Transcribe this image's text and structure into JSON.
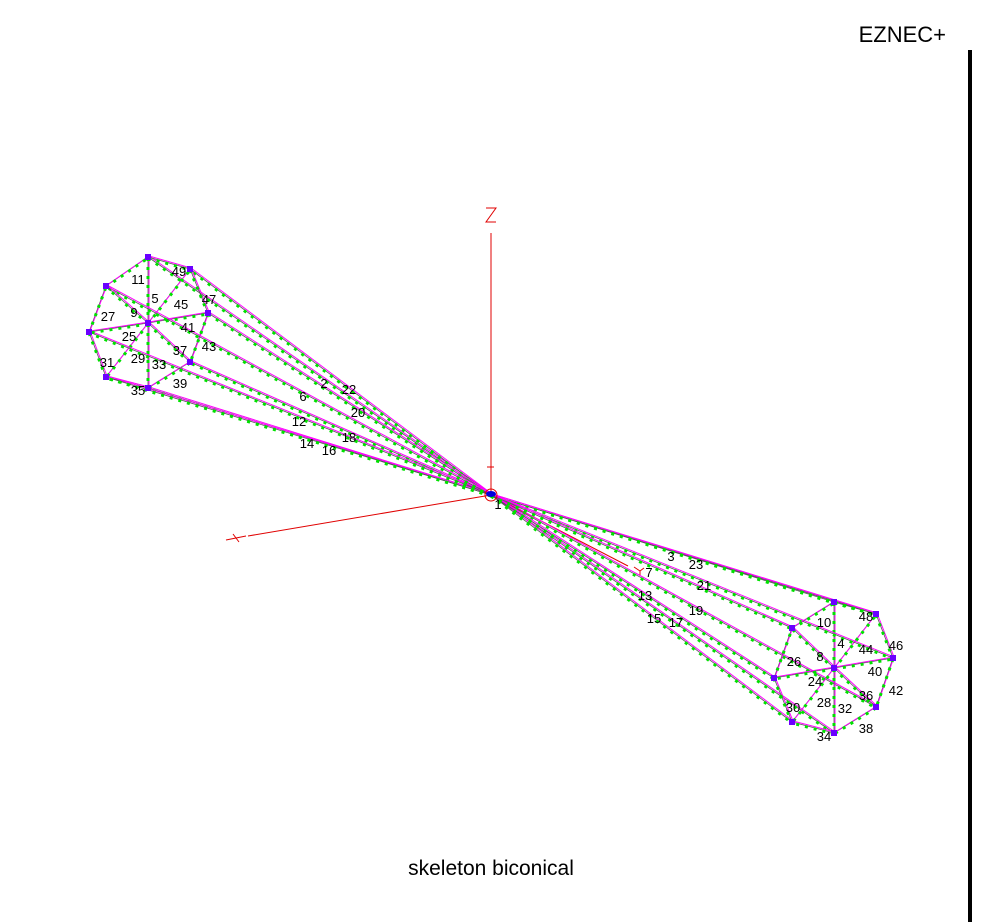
{
  "app_title": "EZNEC+",
  "antenna_description": "skeleton biconical",
  "axes": {
    "z": "Z",
    "x": "X",
    "y": "Y"
  },
  "wire_labels": [
    "11",
    "49",
    "5",
    "45",
    "47",
    "9",
    "27",
    "41",
    "25",
    "43",
    "37",
    "29",
    "33",
    "31",
    "39",
    "35",
    "2",
    "22",
    "6",
    "20",
    "12",
    "18",
    "14",
    "16",
    "1",
    "3",
    "23",
    "7",
    "21",
    "13",
    "19",
    "15",
    "17",
    "10",
    "48",
    "4",
    "44",
    "46",
    "8",
    "26",
    "40",
    "24",
    "42",
    "36",
    "28",
    "32",
    "30",
    "38",
    "34"
  ],
  "colors": {
    "wire": "#ff00ff",
    "segment": "#00e000",
    "axis": "#ff0000",
    "source": "#0000ff"
  }
}
